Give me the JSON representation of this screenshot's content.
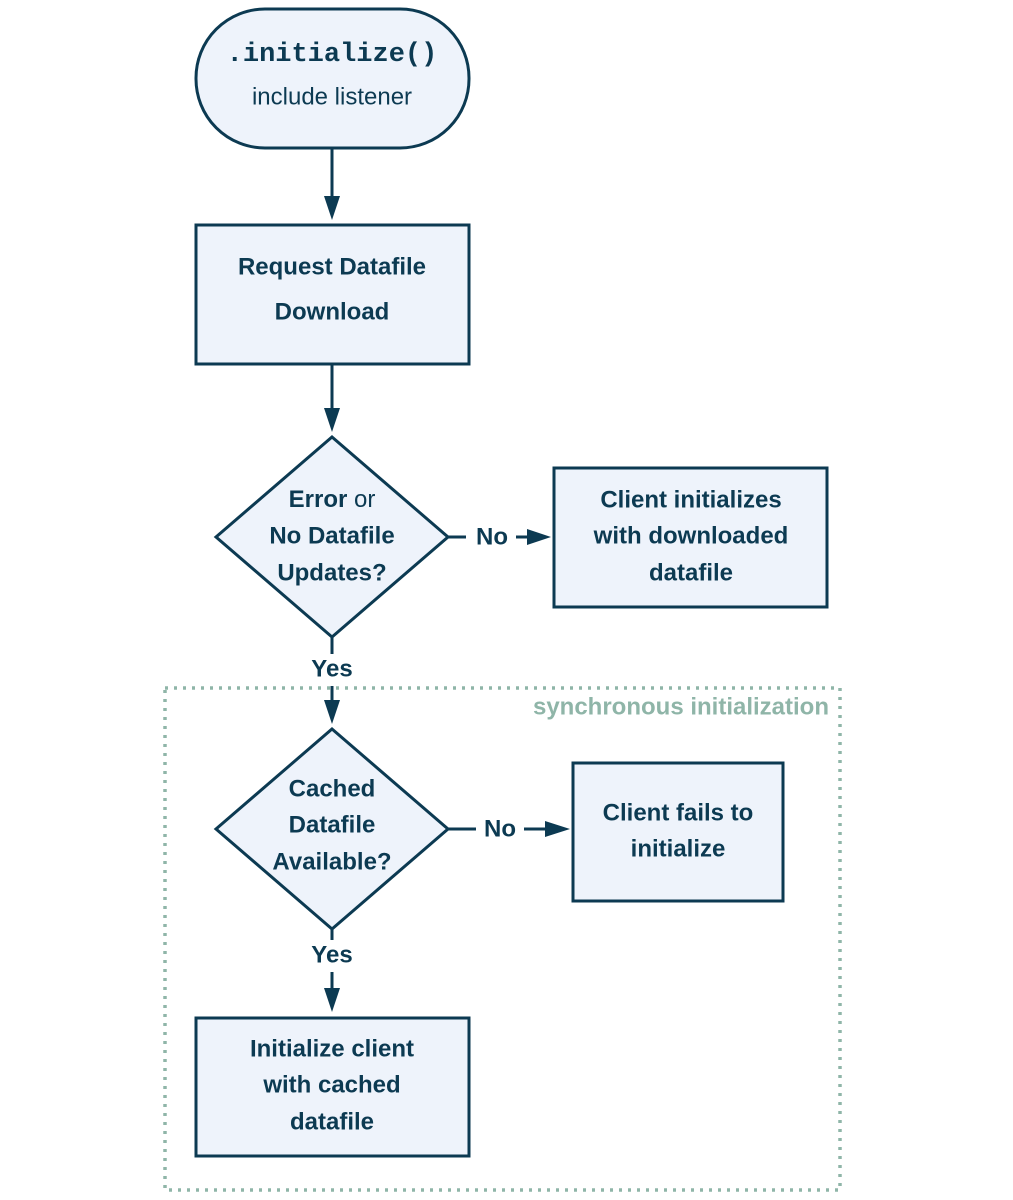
{
  "group": {
    "label": "synchronous initialization"
  },
  "nodes": {
    "start": {
      "line1": ".initialize()",
      "line2": "include listener"
    },
    "request": {
      "line1": "Request Datafile",
      "line2": "Download"
    },
    "decision_error": {
      "line1_bold": "Error",
      "line1_rest": " or",
      "line2": "No Datafile",
      "line3": "Updates?"
    },
    "client_initializes": {
      "line1": "Client initializes",
      "line2": "with downloaded",
      "line3": "datafile"
    },
    "decision_cached": {
      "line1": "Cached",
      "line2": "Datafile",
      "line3": "Available?"
    },
    "client_fails": {
      "line1": "Client fails to",
      "line2": "initialize"
    },
    "init_cached": {
      "line1": "Initialize client",
      "line2": "with cached",
      "line3": "datafile"
    }
  },
  "edges": {
    "error_no": "No",
    "error_yes": "Yes",
    "cached_no": "No",
    "cached_yes": "Yes"
  },
  "colors": {
    "node_fill": "#eef3fb",
    "stroke": "#0c3a52",
    "group_border": "#8fb5a8"
  }
}
